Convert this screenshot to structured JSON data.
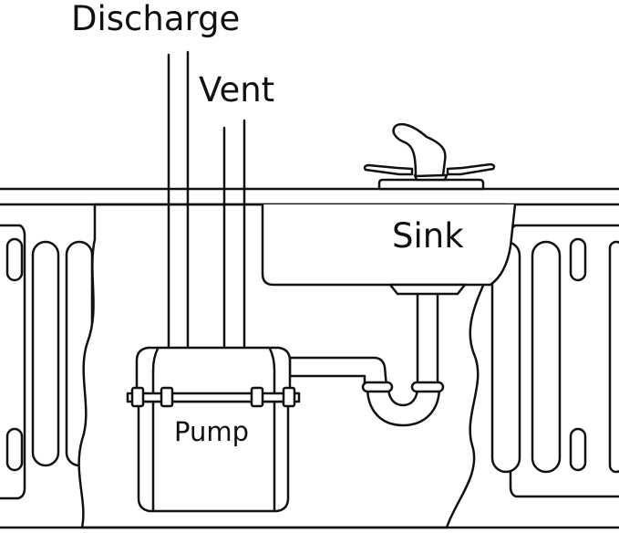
{
  "labels": {
    "discharge": "Discharge",
    "vent": "Vent",
    "sink": "Sink",
    "pump": "Pump"
  },
  "colors": {
    "line": "#111111",
    "background": "#ffffff"
  }
}
